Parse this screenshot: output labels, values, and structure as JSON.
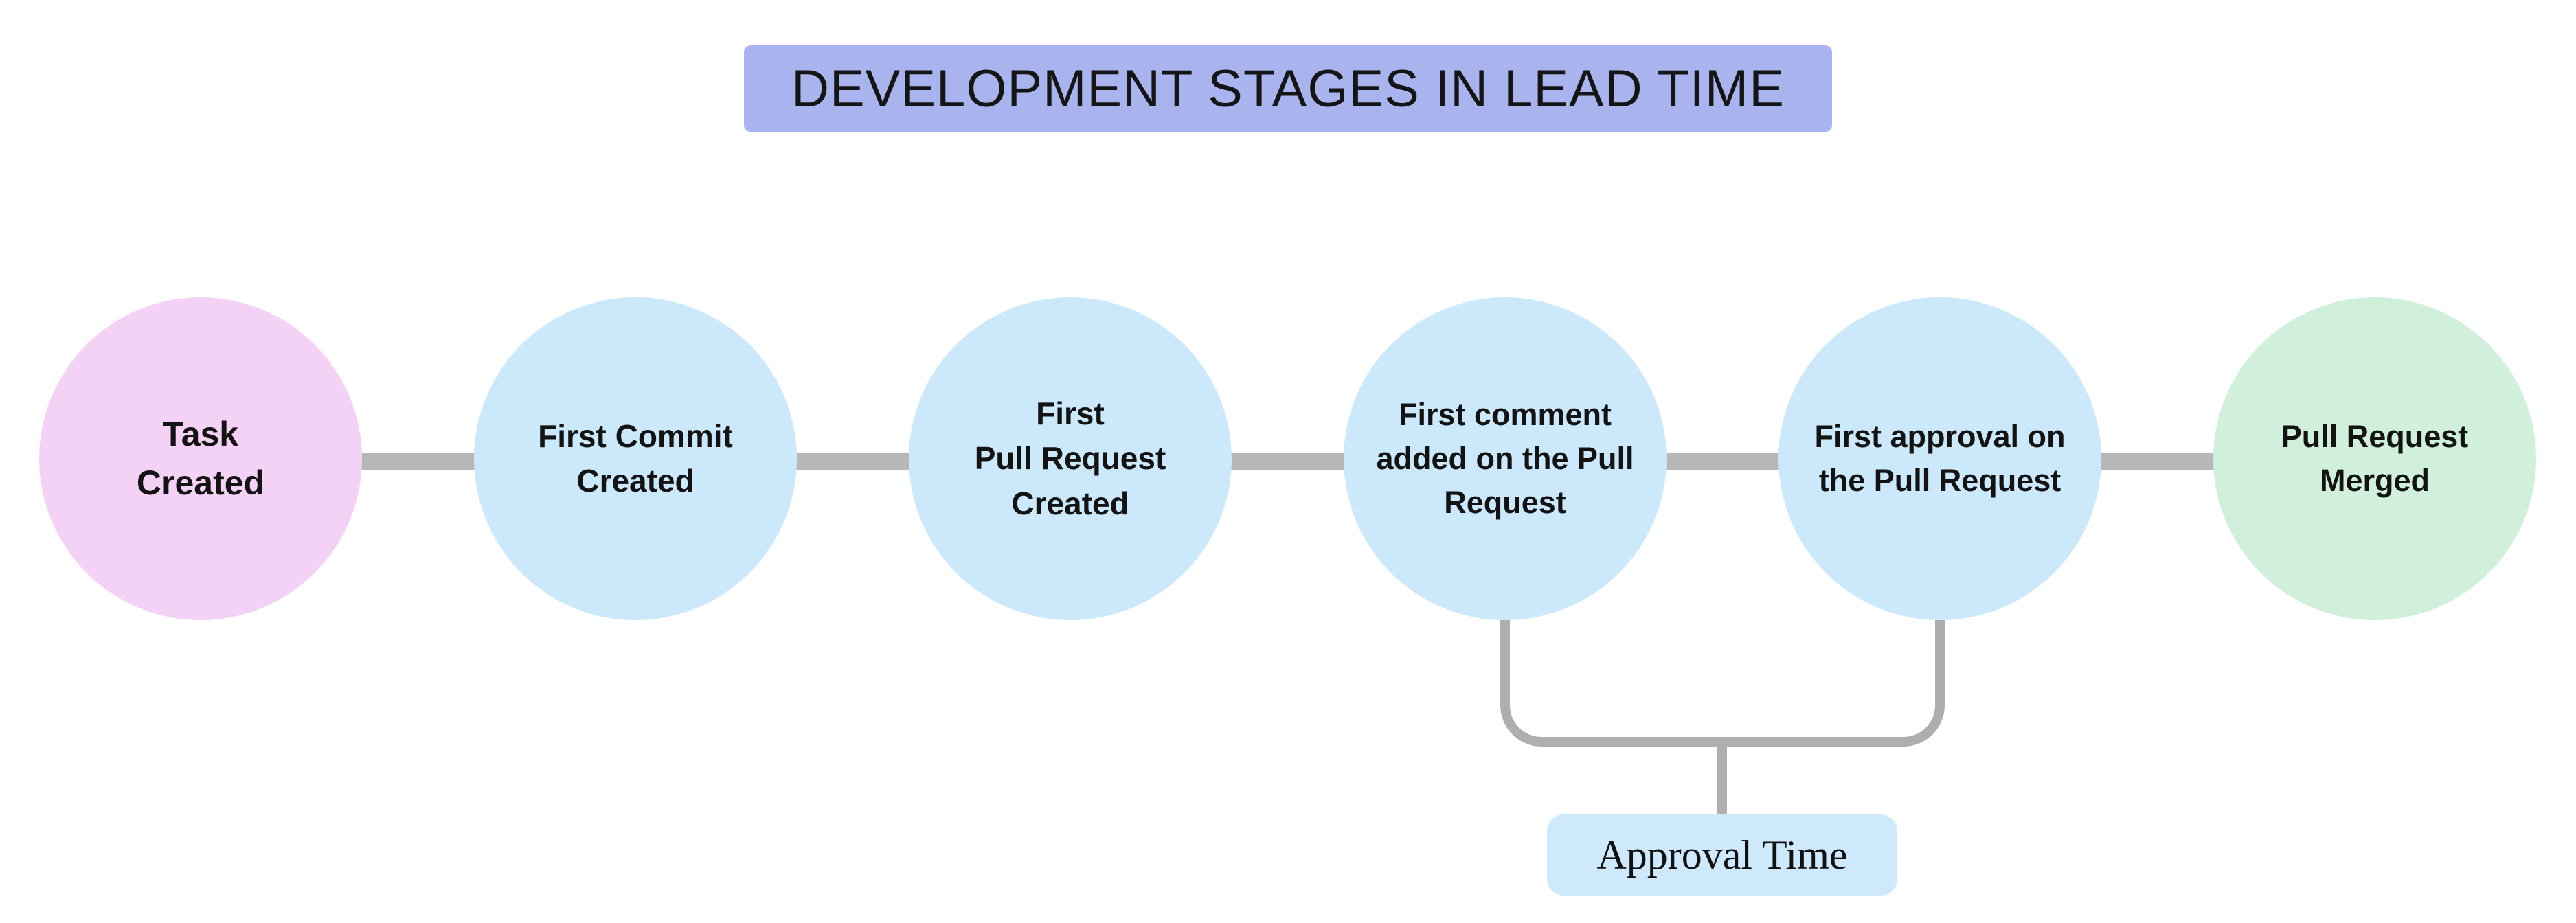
{
  "title": {
    "text": "DEVELOPMENT STAGES IN LEAD TIME",
    "bg": "#a9b4ee"
  },
  "stages": [
    {
      "label": "Task\nCreated",
      "color": "#f4d2f6"
    },
    {
      "label": "First Commit\nCreated",
      "color": "#cce9fb"
    },
    {
      "label": "First\nPull Request\nCreated",
      "color": "#cce9fb"
    },
    {
      "label": "First comment\nadded on the Pull\nRequest",
      "color": "#cce9fb"
    },
    {
      "label": "First approval on\nthe Pull Request",
      "color": "#cce9fb"
    },
    {
      "label": "Pull Request\nMerged",
      "color": "#d1f0dc"
    }
  ],
  "annotation": {
    "label": "Approval Time",
    "bg": "#cde9fb"
  },
  "colors": {
    "connector": "#b7b7b7",
    "bracket": "#aeaeae",
    "text": "#141414",
    "background": "#ffffff"
  }
}
